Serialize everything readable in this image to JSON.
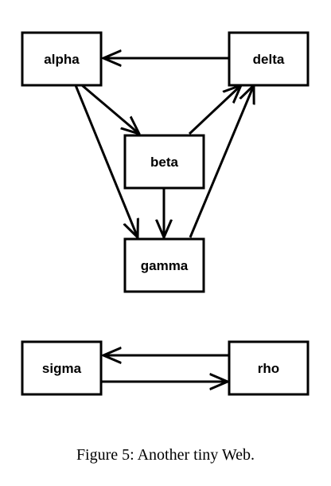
{
  "nodes": {
    "alpha": "alpha",
    "delta": "delta",
    "beta": "beta",
    "gamma": "gamma",
    "sigma": "sigma",
    "rho": "rho"
  },
  "edges": [
    {
      "from": "delta",
      "to": "alpha"
    },
    {
      "from": "alpha",
      "to": "beta"
    },
    {
      "from": "alpha",
      "to": "gamma"
    },
    {
      "from": "beta",
      "to": "delta"
    },
    {
      "from": "beta",
      "to": "gamma"
    },
    {
      "from": "gamma",
      "to": "delta"
    },
    {
      "from": "rho",
      "to": "sigma"
    },
    {
      "from": "sigma",
      "to": "rho"
    }
  ],
  "caption": "Figure 5: Another tiny Web.",
  "colors": {
    "stroke": "#000000",
    "background": "#ffffff"
  }
}
